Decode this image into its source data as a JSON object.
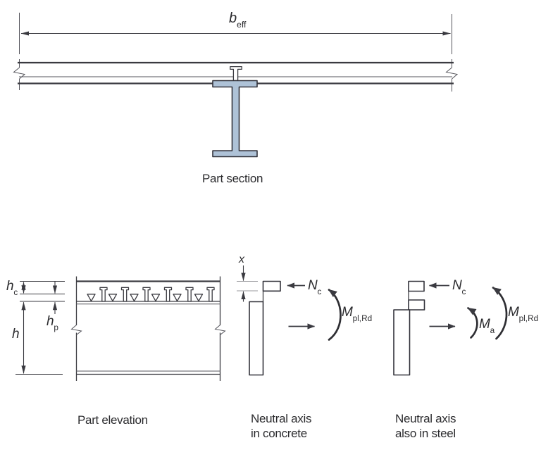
{
  "colors": {
    "steel_fill": "#aec2d7",
    "line": "#3a3a40",
    "line_light": "#9a9a9e",
    "text": "#2b2b2e"
  },
  "part_section": {
    "caption": "Part section",
    "beff": {
      "base": "b",
      "sub": "eff"
    }
  },
  "part_elevation": {
    "caption": "Part elevation",
    "hc": {
      "base": "h",
      "sub": "c"
    },
    "hp": {
      "base": "h",
      "sub": "p"
    },
    "h": {
      "base": "h"
    }
  },
  "na_concrete": {
    "caption_line1": "Neutral axis",
    "caption_line2": "in concrete",
    "x_dim": {
      "base": "x"
    },
    "nc": {
      "base": "N",
      "sub": "c"
    },
    "mpl": {
      "base": "M",
      "sub": "pl,Rd"
    }
  },
  "na_steel": {
    "caption_line1": "Neutral axis",
    "caption_line2": "also in steel",
    "nc": {
      "base": "N",
      "sub": "c"
    },
    "ma": {
      "base": "M",
      "sub": "a"
    },
    "mpl": {
      "base": "M",
      "sub": "pl,Rd"
    }
  }
}
